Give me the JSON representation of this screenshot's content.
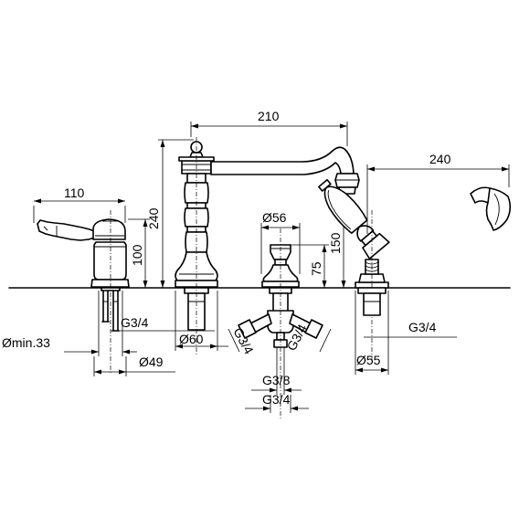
{
  "dimensions": {
    "lever_width": "110",
    "spout_reach": "210",
    "spout_height": "240",
    "valve_height": "100",
    "center_diameter": "Ø56",
    "center_height_75": "75",
    "center_height_150": "150",
    "shower_reach": "240",
    "left_thread": "G3/4",
    "min_hole": "Ømin.33",
    "spout_base_dia": "Ø60",
    "valve_base_dia": "Ø49",
    "center_thread_left": "G3/4",
    "center_thread_right": "G3/4",
    "center_thread_small": "G3/8",
    "center_thread_bottom": "G3/4",
    "shower_thread": "G3/4",
    "shower_base_dia": "Ø55"
  },
  "style": {
    "ink": "#000000",
    "paper": "#ffffff"
  }
}
